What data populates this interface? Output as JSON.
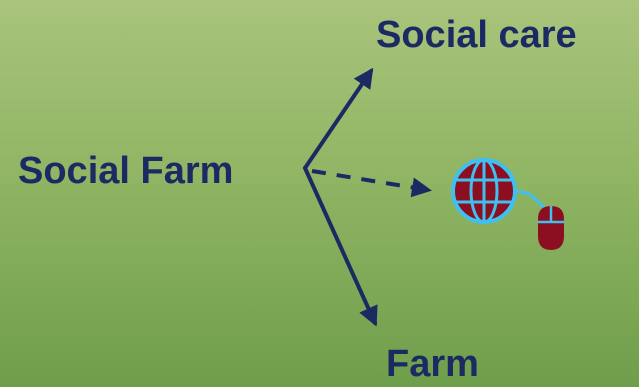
{
  "diagram": {
    "source_label": "Social Farm",
    "top_label": "Social care",
    "bottom_label": "Farm",
    "middle_target_icon": "globe-mouse-icon",
    "colors": {
      "text": "#1b2a63",
      "arrow": "#1b2a63",
      "globe_fill": "#8b0f20",
      "globe_lines": "#3fc0f0",
      "background_top": "#a9c47c",
      "background_bottom": "#6f9e4b"
    },
    "edges": [
      {
        "from": "Social Farm",
        "to": "Social care",
        "style": "solid"
      },
      {
        "from": "Social Farm",
        "to": "globe-mouse-icon",
        "style": "dashed"
      },
      {
        "from": "Social Farm",
        "to": "Farm",
        "style": "solid"
      }
    ]
  }
}
